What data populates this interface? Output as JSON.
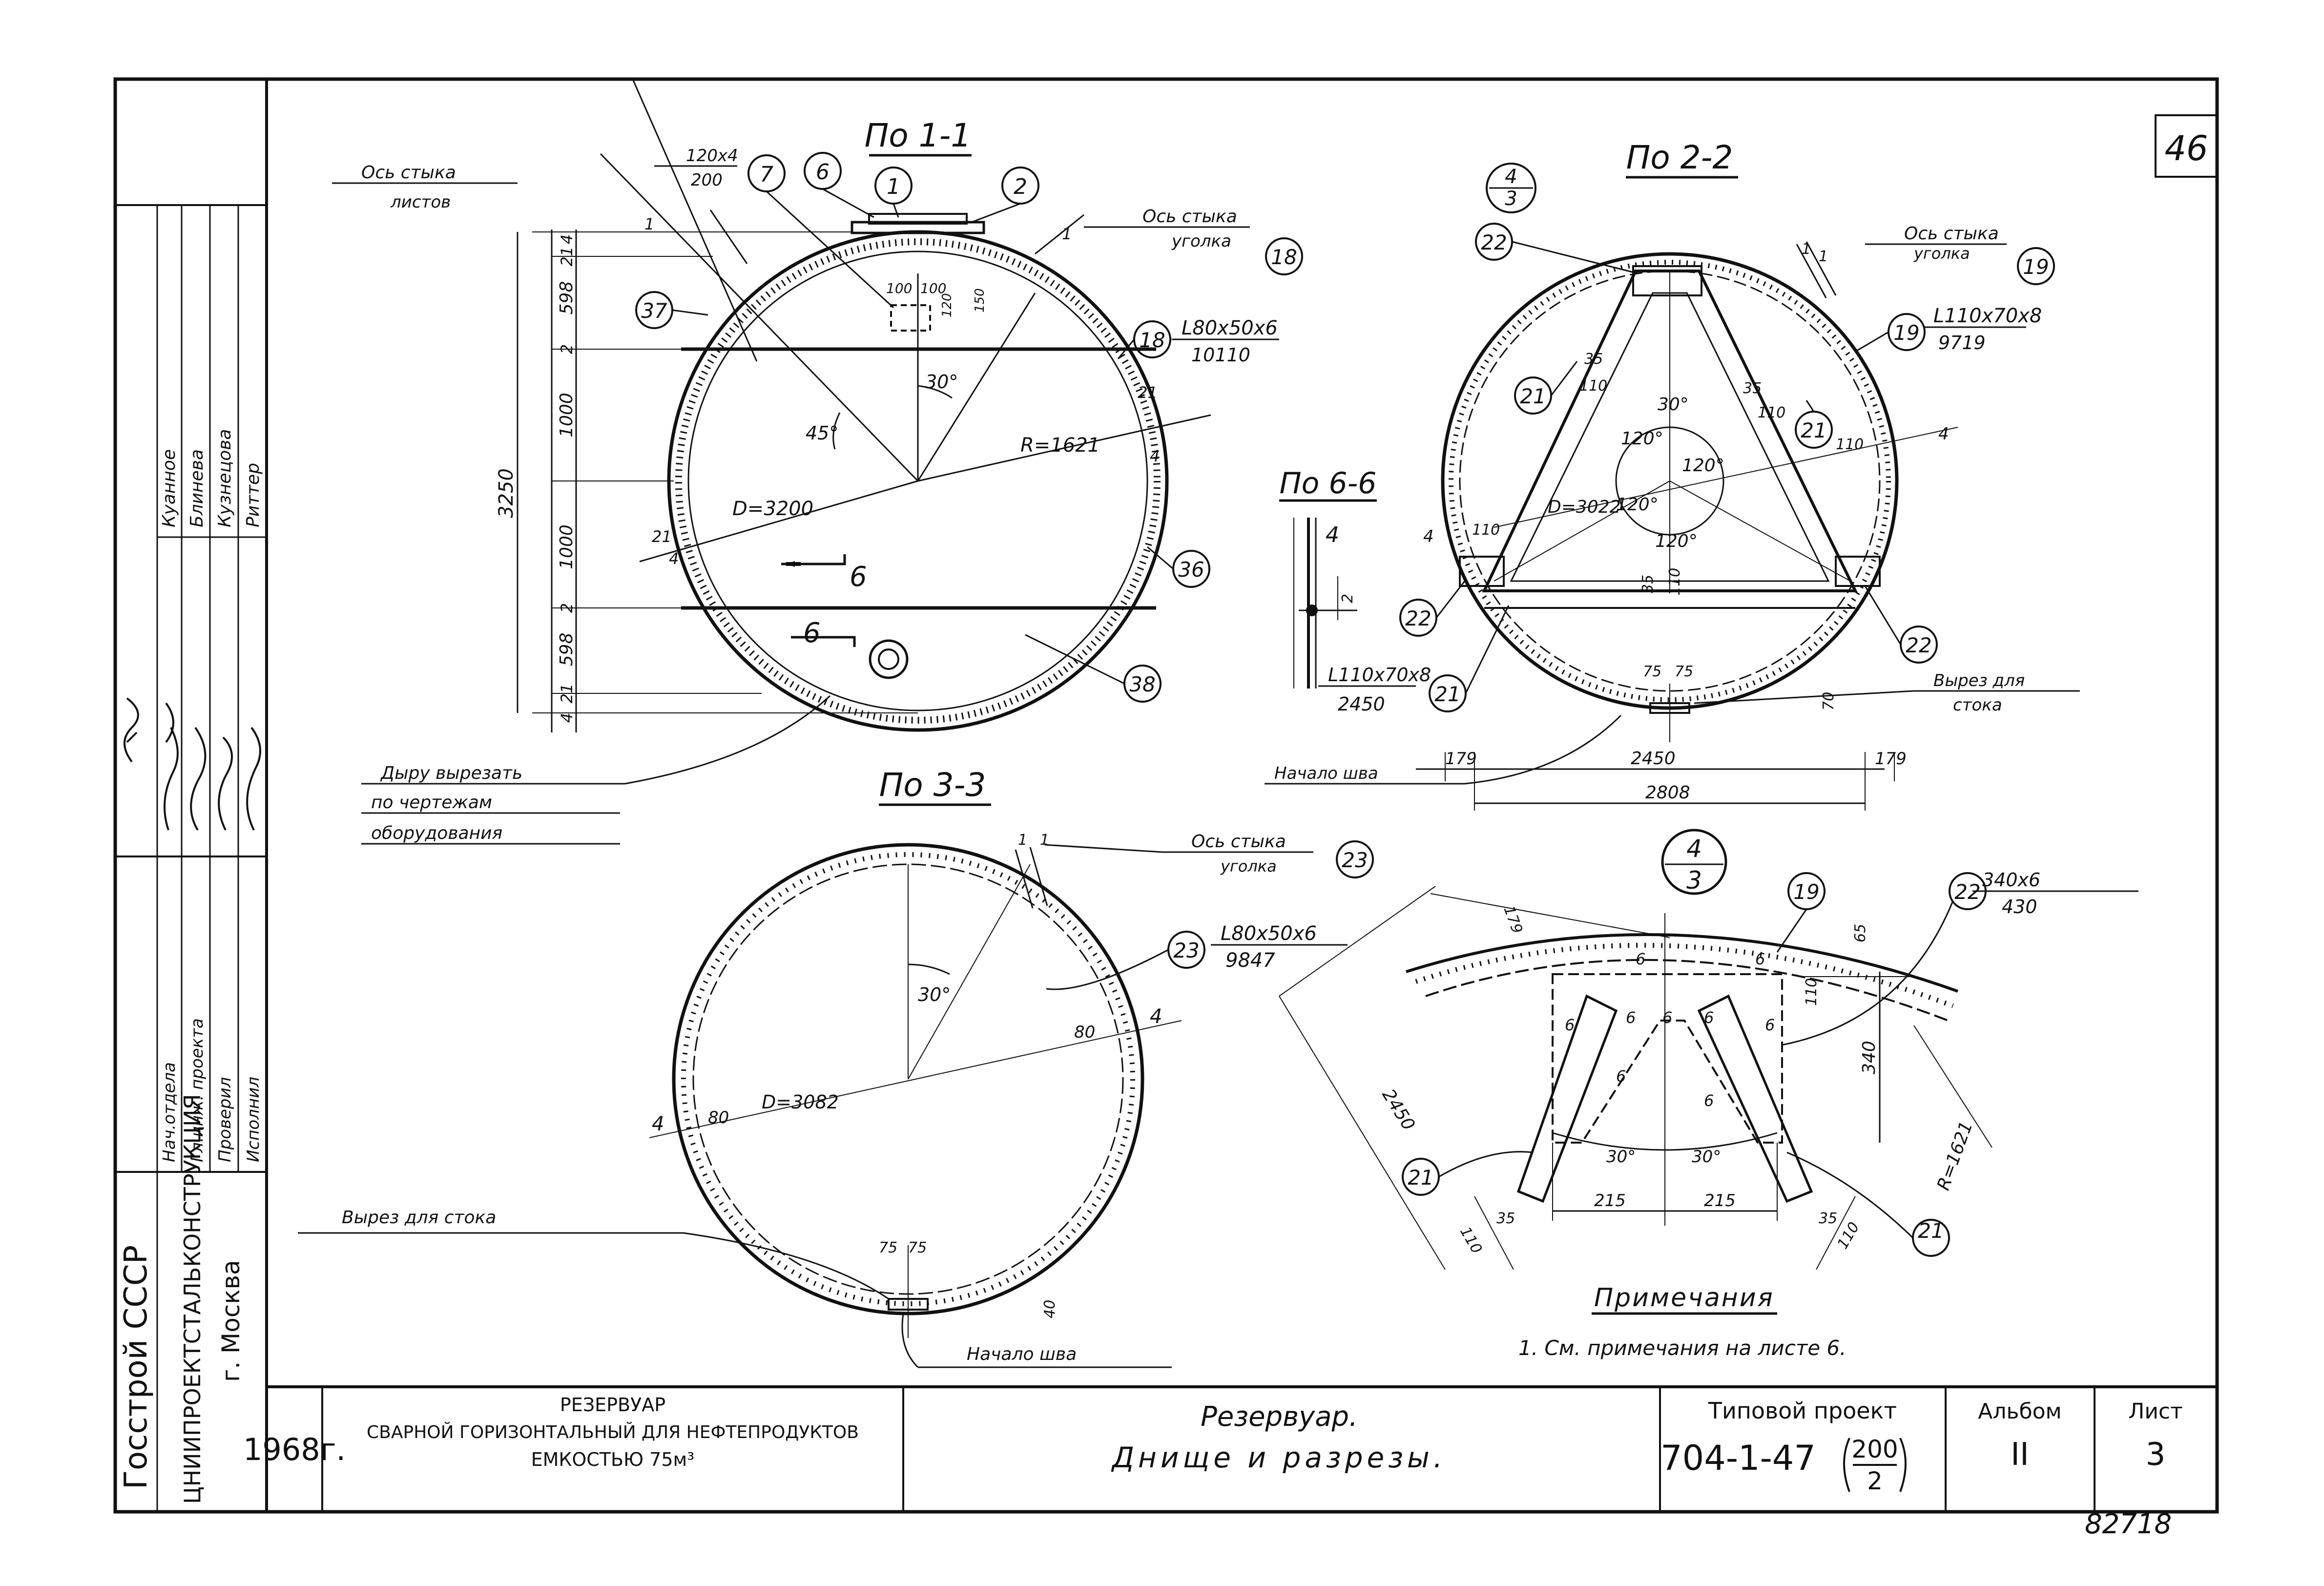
{
  "sheet_number_corner": "46",
  "archive_number": "82718",
  "left_stamp": {
    "org1": "Госстрой СССР",
    "org2": "ЦНИИПРОЕКТСТАЛЬКОНСТРУКЦИЯ",
    "org3": "г. Москва",
    "roles": [
      "Нач.отдела",
      "Гл.инж. проекта",
      "Проверил",
      "Исполнил"
    ],
    "names": [
      "Куанное",
      "Блинева",
      "Кузнецова",
      "Риттер"
    ]
  },
  "title_block": {
    "year": "1968г.",
    "object_line1": "РЕЗЕРВУАР",
    "object_line2": "СВАРНОЙ ГОРИЗОНТАЛЬНЫЙ ДЛЯ НЕФТЕПРОДУКТОВ",
    "object_line3": "ЕМКОСТЬЮ 75м³",
    "sheet_title_line1": "Резервуар.",
    "sheet_title_line2": "Днище и разрезы.",
    "project_label": "Типовой проект",
    "project_number": "704-1-47",
    "project_fraction_top": "200",
    "project_fraction_bottom": "2",
    "album_label": "Альбом",
    "album_value": "II",
    "sheet_label": "Лист",
    "sheet_value": "3"
  },
  "section_1_1": {
    "title": "По 1-1",
    "joint_label_1": "Ось стыка",
    "joint_label_2": "листов",
    "joint_angle_label_1": "Ось стыка",
    "joint_angle_label_2": "уголка",
    "plate_top": "120х4",
    "plate_bottom": "200",
    "angle_profile": "L80х50х6",
    "angle_length": "10110",
    "dims_vertical": [
      "4",
      "21",
      "598",
      "2",
      "1000",
      "1000",
      "2",
      "598",
      "21",
      "4"
    ],
    "overall_height": "3250",
    "hatch_dims": [
      "100",
      "100",
      "120",
      "150"
    ],
    "angle_30": "30°",
    "angle_45": "45°",
    "radius": "R=1621",
    "diameter": "D=3200",
    "dim_21_right": "21",
    "dim_4_right": "4",
    "dim_21_left": "21",
    "dim_4_left": "4",
    "dim_joint": "1",
    "section_mark": "6",
    "callouts": [
      "1",
      "2",
      "6",
      "7",
      "18",
      "18",
      "36",
      "37",
      "38"
    ],
    "hole_note_1": "Дыру вырезать",
    "hole_note_2": "по чертежам",
    "hole_note_3": "оборудования"
  },
  "section_2_2": {
    "title": "По 2-2",
    "node_top": "4",
    "node_bottom": "3",
    "joint_label_1": "Ось стыка",
    "joint_label_2": "уголка",
    "angle_profile": "L110х70х8",
    "angle_length": "9719",
    "diameter": "D=3022",
    "angles": [
      "120°",
      "120°",
      "120°",
      "120°",
      "30°"
    ],
    "dims_small": [
      "35",
      "110",
      "35",
      "110",
      "110",
      "110",
      "35",
      "110",
      "75",
      "75",
      "70",
      "4",
      "4",
      "1",
      "1"
    ],
    "dim_179_left": "179",
    "dim_2450": "2450",
    "dim_179_right": "179",
    "dim_2808": "2808",
    "cut_note_1": "Вырез для",
    "cut_note_2": "стока",
    "weld_start": "Начало шва",
    "callouts": [
      "19",
      "19",
      "21",
      "21",
      "21",
      "22",
      "22",
      "22"
    ]
  },
  "section_6_6": {
    "title": "По 6-6",
    "dim_4": "4",
    "dim_2": "2",
    "angle_profile": "L110х70х8",
    "angle_length": "2450"
  },
  "section_3_3": {
    "title": "По 3-3",
    "joint_label_1": "Ось стыка",
    "joint_label_2": "уголка",
    "angle_profile": "L80х50х6",
    "angle_length": "9847",
    "diameter": "D=3082",
    "angle_30": "30°",
    "dims": [
      "80",
      "80",
      "4",
      "4",
      "1",
      "1",
      "75",
      "75",
      "40"
    ],
    "cut_note": "Вырез для стока",
    "weld_start": "Начало шва",
    "callout": "23"
  },
  "node_4_3": {
    "node_top": "4",
    "node_bottom": "3",
    "plate_top": "340х6",
    "plate_bottom": "430",
    "dims": [
      "179",
      "65",
      "110",
      "340",
      "2450",
      "215",
      "215",
      "110",
      "35",
      "35",
      "110"
    ],
    "welds": [
      "6",
      "6",
      "6",
      "6",
      "6",
      "6",
      "6",
      "6",
      "6"
    ],
    "angles": [
      "30°",
      "30°"
    ],
    "radius": "R=1621",
    "callouts": [
      "19",
      "22",
      "21",
      "21"
    ]
  },
  "notes": {
    "heading": "Примечания",
    "items": [
      "1. См. примечания на листе 6."
    ]
  }
}
